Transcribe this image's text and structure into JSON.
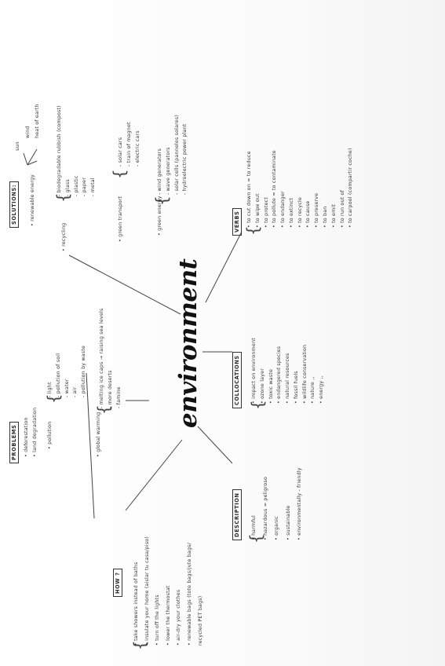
{
  "center": "environment",
  "solutions": {
    "title": "SOLUTIONS:",
    "renewable": {
      "label": "• renewable energy",
      "items": [
        "sun",
        "wind",
        "heat of earth"
      ]
    },
    "recycling": {
      "label": "• recycling",
      "items": [
        "- biodegradable rubbish (compost)",
        "- glass",
        "- plastic",
        "- paper",
        "- metal"
      ]
    },
    "green_transport": {
      "label": "• green transport",
      "items": [
        "- solar cars",
        "- train of magnet",
        "- electric cars"
      ]
    },
    "green_energy": {
      "label": "• green energy",
      "items": [
        "- wind generators",
        "- wave generators",
        "- solar cells (panneles solares)",
        "- hydroelectric power plant"
      ]
    }
  },
  "verbs": {
    "title": "VERBS",
    "items": [
      "• to cut down on = to reduce",
      "• to wipe out",
      "• to protect",
      "• to pollute = to contaminate",
      "• to endanger",
      "• to extinct",
      "• to recycle",
      "• to cause",
      "• to preserve",
      "• to ban",
      "• to emit",
      "• to run out of",
      "• to carpool (compartir coche)"
    ]
  },
  "problems": {
    "title": "PROBLEMS",
    "items": [
      "• deforestation",
      "• land degradation"
    ],
    "pollution": {
      "label": "• pollution",
      "items": [
        "- light",
        "- pollution of soil",
        "- water",
        "- air",
        "- pollution by waste"
      ]
    },
    "warming": {
      "label": "• global warming",
      "items": [
        "- melting ice caps → raising sea levels",
        "- more deserts",
        "- famine"
      ]
    }
  },
  "collocations": {
    "title": "COLLOCATIONS",
    "items": [
      "• impact on environment",
      "• ozone layer",
      "• toxic waste",
      "• endangered species",
      "• natural resources",
      "• fossil fuels",
      "• wildlife conservation",
      "• nature ,,",
      "• energy ,,"
    ]
  },
  "description": {
    "title": "DESCRIPTION",
    "items": [
      "• harmful",
      "• hazardous = peligroso",
      "• organic",
      "• sustainable",
      "• environmentally - friendly"
    ]
  },
  "how": {
    "title": "HOW ?",
    "items": [
      "• take showers instead of baths",
      "• insulate your home (aislar tu casa/piso)",
      "• turn off the lights",
      "• lower the thermostat",
      "• air-dry your clothes",
      "• renewable bags (tote bags/jute bags/",
      "  recycled PET bags)"
    ]
  }
}
